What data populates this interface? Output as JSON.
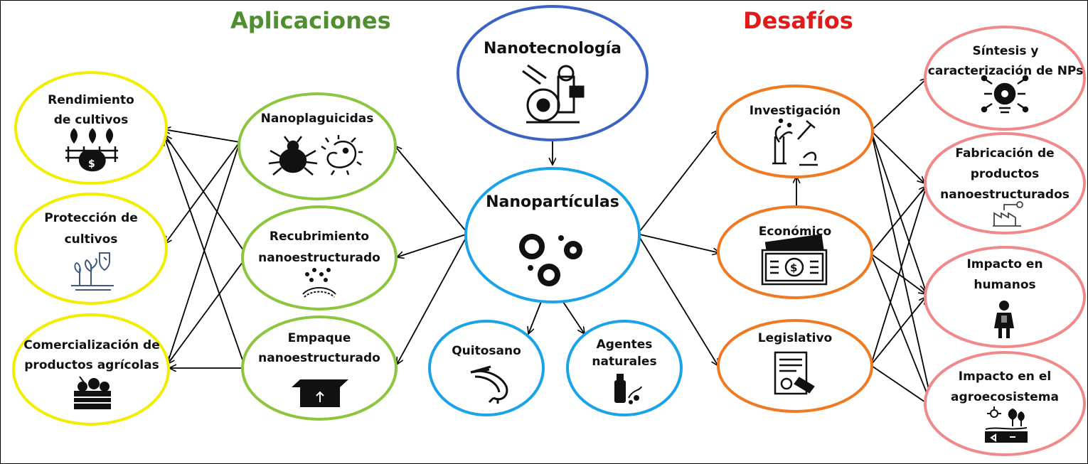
{
  "headings": {
    "applications": "Aplicaciones",
    "challenges": "Desafíos"
  },
  "colors": {
    "applications": "#4f8f2f",
    "challenges": "#e21a1a",
    "yellow_nodes": "#f2ee00",
    "green_nodes": "#8cc63f",
    "blue_nodes": "#1aa3e8",
    "top_node": "#3b63c4",
    "orange_nodes": "#f07a22",
    "pink_nodes": "#f08a8a"
  },
  "center": {
    "nanotecnologia": "Nanotecnología",
    "nanoparticulas": "Nanopartículas",
    "quitosano": "Quitosano",
    "agentes_naturales": "Agentes naturales"
  },
  "applications": {
    "rendimiento": "Rendimiento de cultivos",
    "proteccion": "Protección de cultivos",
    "comercializacion": "Comercialización de productos agrícolas",
    "nanoplaguicidas": "Nanoplaguicidas",
    "recubrimiento": "Recubrimiento nanoestructurado",
    "empaque": "Empaque nanoestructurado"
  },
  "challenges": {
    "investigacion": "Investigación",
    "economico": "Económico",
    "legislativo": "Legislativo",
    "sintesis": "Síntesis y caracterización de NPs",
    "fabricacion": "Fabricación de productos nanoestructurados",
    "impacto_humanos": "Impacto en humanos",
    "impacto_agro": "Impacto en el agroecosistema"
  },
  "icons": [
    "microscope-icon",
    "nanoparticles-icon",
    "shrimp-icon",
    "herbal-bottle-icon",
    "money-bag-crop-icon",
    "plant-shield-icon",
    "produce-crate-icon",
    "bug-icon",
    "bacteria-icon",
    "spray-coating-icon",
    "package-box-icon",
    "lab-plant-microscope-icon",
    "banknote-icon",
    "legal-document-icon",
    "gear-bulb-icon",
    "factory-icon",
    "human-body-icon",
    "ecosystem-icon"
  ]
}
